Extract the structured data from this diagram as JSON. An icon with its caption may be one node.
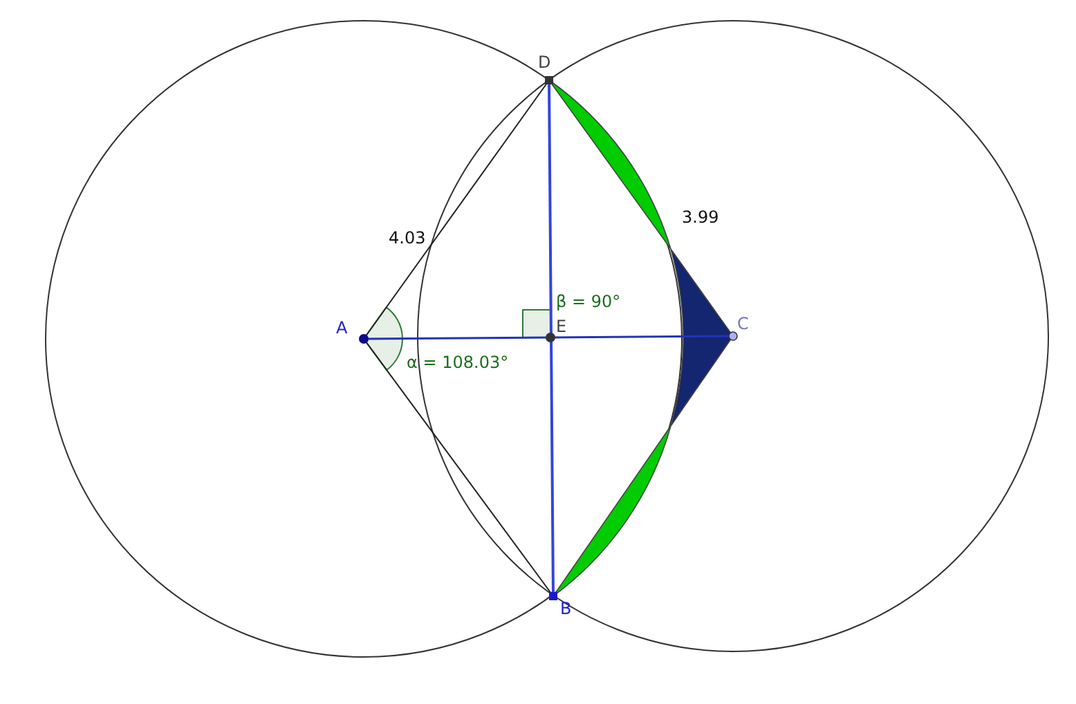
{
  "diagram": {
    "labels": [
      "D",
      "3.99",
      "4.03",
      "β = 90°",
      "A",
      "E",
      "C",
      "α = 108.03°",
      "B"
    ]
  }
}
